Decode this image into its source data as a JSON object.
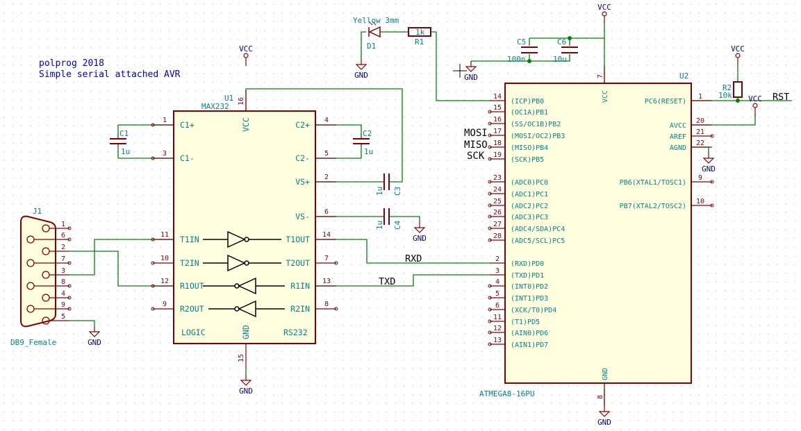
{
  "notes": {
    "line1": "polprog 2018",
    "line2": "Simple serial attached AVR"
  },
  "power": {
    "vcc": "VCC",
    "gnd": "GND"
  },
  "u1": {
    "ref": "U1",
    "value": "MAX232",
    "logic": "LOGIC",
    "rs232": "RS232",
    "vcc": "VCC",
    "gnd": "GND",
    "vcc_pin": "16",
    "gnd_pin": "15",
    "left_pins": [
      {
        "num": "1",
        "name": "C1+"
      },
      {
        "num": "3",
        "name": "C1-"
      },
      {
        "num": "11",
        "name": "T1IN"
      },
      {
        "num": "10",
        "name": "T2IN"
      },
      {
        "num": "12",
        "name": "R1OUT"
      },
      {
        "num": "9",
        "name": "R2OUT"
      }
    ],
    "right_pins": [
      {
        "num": "4",
        "name": "C2+"
      },
      {
        "num": "5",
        "name": "C2-"
      },
      {
        "num": "2",
        "name": "VS+"
      },
      {
        "num": "6",
        "name": "VS-"
      },
      {
        "num": "14",
        "name": "T1OUT"
      },
      {
        "num": "7",
        "name": "T2OUT"
      },
      {
        "num": "13",
        "name": "R1IN"
      },
      {
        "num": "8",
        "name": "R2IN"
      }
    ]
  },
  "u2": {
    "ref": "U2",
    "value": "ATMEGA8-16PU",
    "vcc": "VCC",
    "gnd": "GND",
    "vcc_pin": "7",
    "gnd_pin": "8",
    "left_pins": [
      {
        "num": "14",
        "name": "(ICP)PB0"
      },
      {
        "num": "15",
        "name": "(OC1A)PB1"
      },
      {
        "num": "16",
        "name": "(SS/OC1B)PB2"
      },
      {
        "num": "17",
        "name": "(MOSI/OC2)PB3"
      },
      {
        "num": "18",
        "name": "(MISO)PB4"
      },
      {
        "num": "19",
        "name": "(SCK)PB5"
      },
      {
        "num": "23",
        "name": "(ADC0)PC0"
      },
      {
        "num": "24",
        "name": "(ADC1)PC1"
      },
      {
        "num": "25",
        "name": "(ADC2)PC2"
      },
      {
        "num": "26",
        "name": "(ADC3)PC3"
      },
      {
        "num": "27",
        "name": "(ADC4/SDA)PC4"
      },
      {
        "num": "28",
        "name": "(ADC5/SCL)PC5"
      },
      {
        "num": "2",
        "name": "(RXD)PD0"
      },
      {
        "num": "3",
        "name": "(TXD)PD1"
      },
      {
        "num": "4",
        "name": "(INT0)PD2"
      },
      {
        "num": "5",
        "name": "(INT1)PD3"
      },
      {
        "num": "6",
        "name": "(XCK/T0)PD4"
      },
      {
        "num": "11",
        "name": "(T1)PD5"
      },
      {
        "num": "12",
        "name": "(AIN0)PD6"
      },
      {
        "num": "13",
        "name": "(AIN1)PD7"
      }
    ],
    "right_pins": [
      {
        "num": "1",
        "name": "PC6(RESET)"
      },
      {
        "num": "20",
        "name": "AVCC"
      },
      {
        "num": "21",
        "name": "AREF"
      },
      {
        "num": "22",
        "name": "AGND"
      },
      {
        "num": "9",
        "name": "PB6(XTAL1/TOSC1)"
      },
      {
        "num": "10",
        "name": "PB7(XTAL2/TOSC2)"
      }
    ]
  },
  "j1": {
    "ref": "J1",
    "value": "DB9_Female",
    "pins": [
      "1",
      "6",
      "2",
      "7",
      "3",
      "8",
      "4",
      "9",
      "5"
    ]
  },
  "caps": {
    "c1": {
      "ref": "C1",
      "value": "1u"
    },
    "c2": {
      "ref": "C2",
      "value": "1u"
    },
    "c3": {
      "ref": "C3",
      "value": "1u"
    },
    "c4": {
      "ref": "C4",
      "value": "1u"
    },
    "c5": {
      "ref": "C5",
      "value": "100n"
    },
    "c6": {
      "ref": "C6",
      "value": "10u"
    }
  },
  "resistors": {
    "r1": {
      "ref": "R1",
      "value": "1k"
    },
    "r2": {
      "ref": "R2",
      "value": "10k"
    }
  },
  "led": {
    "ref": "D1",
    "value": "Yellow 3mm"
  },
  "nets": {
    "rxd": "RXD",
    "txd": "TXD",
    "rst": "RST",
    "mosi": "MOSI",
    "miso": "MISO",
    "sck": "SCK"
  }
}
